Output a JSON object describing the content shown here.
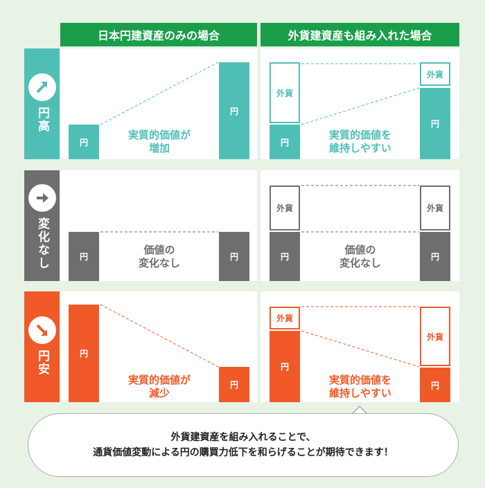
{
  "headers": {
    "yen_only": "日本円建資産のみの場合",
    "with_foreign": "外貨建資産も組み入れた場合"
  },
  "rows": {
    "yen_high": {
      "label": "円高",
      "icon": "arrow-up-right-icon",
      "color": "#4fbfb6"
    },
    "no_change": {
      "label": "変化なし",
      "icon": "arrow-right-icon",
      "color": "#6e6e6e"
    },
    "yen_low": {
      "label": "円安",
      "icon": "arrow-down-right-icon",
      "color": "#ef5a28"
    }
  },
  "labels": {
    "yen": "円",
    "foreign": "外貨"
  },
  "captions": {
    "real_value_increase": [
      "実質的価値が",
      "増加"
    ],
    "easy_to_maintain": [
      "実質的価値を",
      "維持しやすい"
    ],
    "no_change": [
      "価値の",
      "変化なし"
    ],
    "real_value_decrease": [
      "実質的価値が",
      "減少"
    ]
  },
  "note": {
    "line1": "外貨建資産を組み入れることで、",
    "line2": "通貨価値変動による円の購買力低下を和らげることが期待できます！"
  }
}
